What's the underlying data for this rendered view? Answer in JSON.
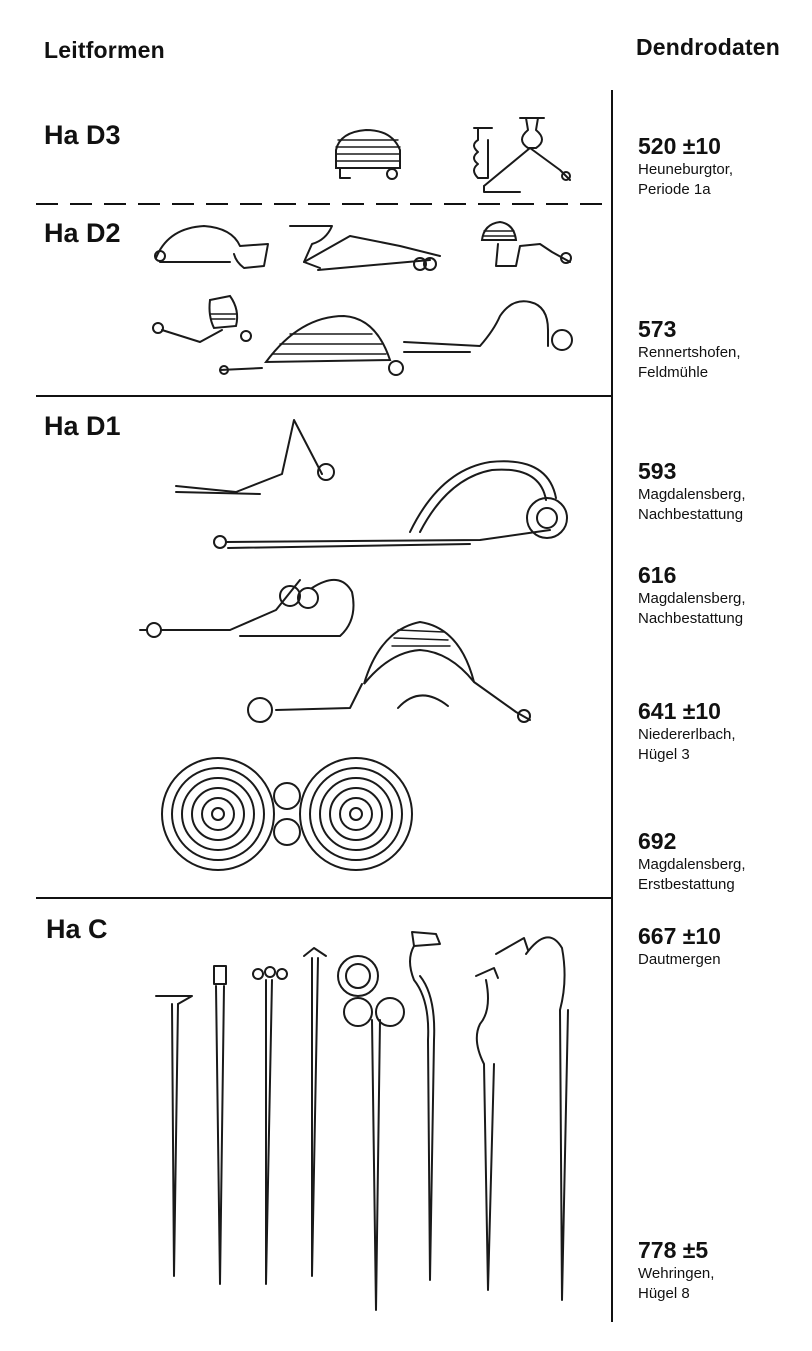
{
  "headers": {
    "left": "Leitformen",
    "right": "Dendrodaten"
  },
  "periods": [
    {
      "label": "Ha D3"
    },
    {
      "label": "Ha D2"
    },
    {
      "label": "Ha D1"
    },
    {
      "label": "Ha C"
    }
  ],
  "dates": [
    {
      "value": "520 ±10",
      "site": "Heuneburgtor,\nPeriode 1a"
    },
    {
      "value": "573",
      "site": "Rennertshofen,\nFeldmühle"
    },
    {
      "value": "593",
      "site": "Magdalensberg,\nNachbestattung"
    },
    {
      "value": "616",
      "site": "Magdalensberg,\nNachbestattung"
    },
    {
      "value": "641 ±10",
      "site": "Niedererlbach,\nHügel 3"
    },
    {
      "value": "692",
      "site": "Magdalensberg,\nErstbestattung"
    },
    {
      "value": "667 ±10",
      "site": "Dautmergen"
    },
    {
      "value": "778 ±5",
      "site": "Wehringen,\nHügel 8"
    }
  ]
}
